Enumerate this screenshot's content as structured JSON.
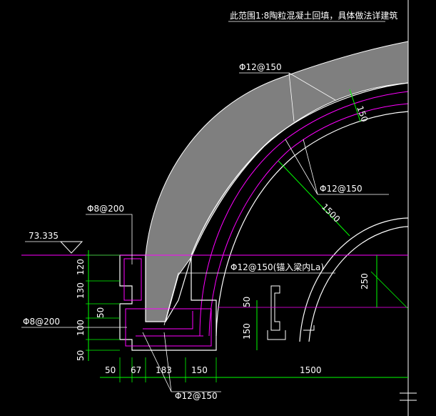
{
  "drawing": {
    "note_top": "此范围1:8陶粒混凝土回填，具体做法详建筑",
    "rebar_top": "Φ12@150",
    "rebar_150_radial": "150",
    "rebar_mid_right": "Φ12@150",
    "radius_1500": "1500",
    "stirrup_upper": "Φ8@200",
    "elevation": "73.335",
    "rebar_anchor": "Φ12@150(锚入梁内La)",
    "dim_250": "250",
    "dim_50_mid": "50",
    "dim_150_mid": "150",
    "stirrup_lower": "Φ8@200",
    "rebar_bottom": "Φ12@150"
  },
  "dims_vertical": [
    "120",
    "130",
    "50",
    "100",
    "50"
  ],
  "dims_horizontal": [
    "50",
    "67",
    "183",
    "150",
    "1500"
  ],
  "colors": {
    "background": "#000000",
    "fill": "#7f7f7f",
    "line_white": "#ffffff",
    "line_magenta": "#ff00ff",
    "line_green": "#00ff00",
    "text": "#ffffff"
  }
}
